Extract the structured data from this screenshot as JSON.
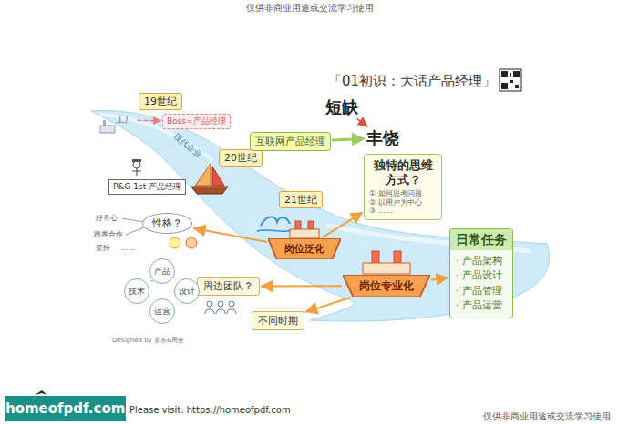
{
  "diagram": {
    "title": "「01初识：大话产品经理」",
    "nodes": [
      {
        "text": [
          "19世纪"
        ]
      },
      {
        "text": [
          "工厂"
        ]
      },
      {
        "text": [
          "Boss=产品经理"
        ]
      },
      {
        "text": [
          "20世纪"
        ]
      },
      {
        "text": [
          "P&G 1st 产品经理"
        ]
      },
      {
        "text": [
          "21世纪"
        ]
      },
      {
        "text": [
          "互联网产品经理"
        ]
      },
      {
        "text": [
          "短缺"
        ]
      },
      {
        "text": [
          "丰饶"
        ]
      },
      {
        "text": [
          "独特的思维方式？",
          "① 如何思考问题",
          "② 以用户为中心",
          "③ ……"
        ]
      },
      {
        "text": [
          "性格？"
        ]
      },
      {
        "text": [
          "岗位泛化"
        ]
      },
      {
        "text": [
          "岗位专业化"
        ]
      },
      {
        "text": [
          "日常任务",
          "· 产品架构",
          "· 产品设计",
          "· 产品管理",
          "· 产品运营"
        ]
      },
      {
        "text": [
          "周边团队？"
        ]
      },
      {
        "text": [
          "产品"
        ]
      },
      {
        "text": [
          "技术"
        ]
      },
      {
        "text": [
          "设计"
        ]
      },
      {
        "text": [
          "运营"
        ]
      },
      {
        "text": [
          "不同时期"
        ]
      }
    ],
    "edges": [
      {
        "from": 1,
        "to": 2,
        "arrow": "to"
      },
      {
        "from": 7,
        "to": 8,
        "arrow": "to"
      },
      {
        "from": 6,
        "to": 8,
        "arrow": "to"
      },
      {
        "from": 11,
        "to": 9,
        "arrow": "to"
      },
      {
        "from": 11,
        "to": 10,
        "arrow": "to"
      },
      {
        "from": 12,
        "to": 13,
        "arrow": "to"
      },
      {
        "from": 12,
        "to": 14,
        "arrow": "to"
      },
      {
        "from": 12,
        "to": 19,
        "arrow": "to"
      },
      {
        "from": 14,
        "to": 17,
        "arrow": "none"
      }
    ],
    "labels": [
      "仅供非商业用途或交流学习使用",
      "现代企业",
      "好奇心",
      "跨界合作",
      "坚持",
      "……",
      "Designed by 姜东&周全",
      "homeofpdf.com",
      "Please visit: https://homeofpdf.com",
      "仅供非商业用途或交流学习使用"
    ]
  }
}
